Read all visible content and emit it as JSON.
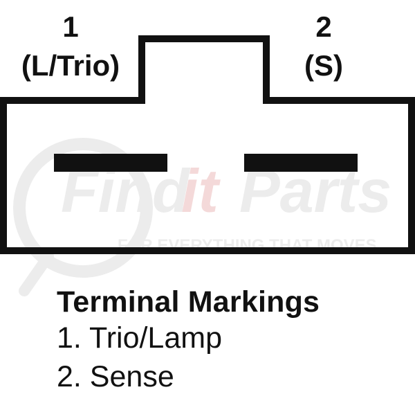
{
  "terminals": [
    {
      "number": "1",
      "code": "(L/Trio)"
    },
    {
      "number": "2",
      "code": "(S)"
    }
  ],
  "watermark": {
    "brand_part1": "Find",
    "brand_part2": "it",
    "brand_part3": "Parts",
    "tagline": "FOR EVERYTHING THAT MOVES"
  },
  "legend": {
    "title": "Terminal Markings",
    "items": [
      "1. Trio/Lamp",
      "2. Sense"
    ]
  },
  "colors": {
    "outline": "#111111",
    "terminal_blade": "#111111",
    "watermark_gray": "#e9e9e9",
    "watermark_red": "#f4d9d9"
  }
}
